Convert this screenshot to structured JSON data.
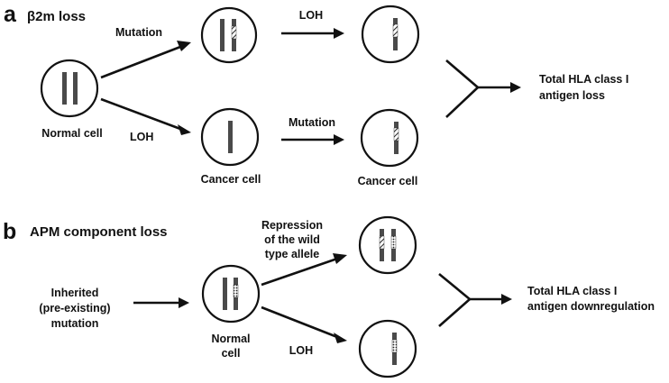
{
  "panel_a": {
    "letter": "a",
    "title": "β2m loss",
    "labels": {
      "mutation_top": "Mutation",
      "loh_left": "LOH",
      "loh_top": "LOH",
      "mutation_bottom": "Mutation",
      "normal_cell": "Normal cell",
      "cancer_cell_1": "Cancer cell",
      "cancer_cell_2": "Cancer cell",
      "result_line1": "Total HLA class I",
      "result_line2": "antigen loss"
    }
  },
  "panel_b": {
    "letter": "b",
    "title": "APM component loss",
    "labels": {
      "inherited_line1": "Inherited",
      "inherited_line2": "(pre-existing)",
      "inherited_line3": "mutation",
      "repression_line1": "Repression",
      "repression_line2": "of the wild",
      "repression_line3": "type allele",
      "loh": "LOH",
      "normal_cell_line1": "Normal",
      "normal_cell_line2": "cell",
      "result_line1": "Total HLA class I",
      "result_line2": "antigen downregulation"
    }
  },
  "colors": {
    "chromosome": "#4a4a4a",
    "stroke": "#111111",
    "background": "#ffffff"
  }
}
